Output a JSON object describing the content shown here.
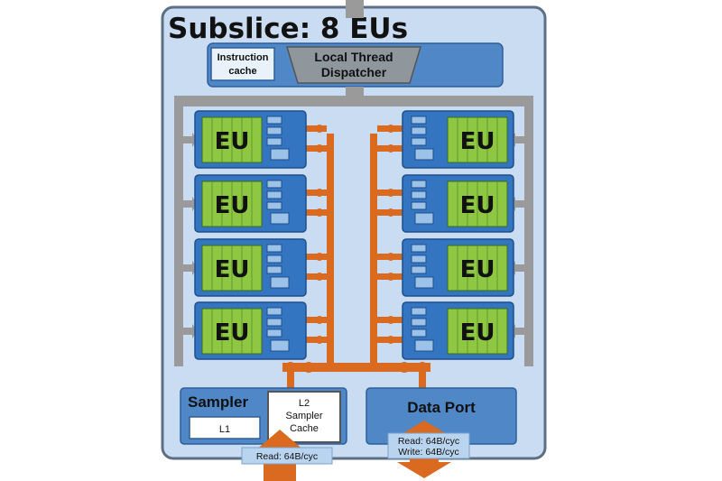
{
  "title": "Subslice: 8 EUs",
  "instruction_cache": {
    "line1": "Instruction",
    "line2": "cache"
  },
  "dispatcher": {
    "line1": "Local Thread",
    "line2": "Dispatcher"
  },
  "eu_label": "EU",
  "eu_count": 8,
  "sampler": {
    "title": "Sampler",
    "l1": "L1",
    "l2": {
      "line1": "L2",
      "line2": "Sampler",
      "line3": "Cache"
    },
    "bandwidth": "Read: 64B/cyc"
  },
  "data_port": {
    "title": "Data Port",
    "read": "Read: 64B/cyc",
    "write": "Write: 64B/cyc"
  },
  "colors": {
    "subslice_fill": "#c9dcf1",
    "subslice_stroke": "#5c6f86",
    "dispatcher_fill": "#4f87c7",
    "dispatcher_trap": "#8f969c",
    "eu_outer": "#3375c0",
    "eu_inner": "#8ec842",
    "reg_fill": "#9cc2e8",
    "orange_bus": "#d96a1f",
    "gray_bus": "#9a9a9a",
    "label_box": "#b9d4ee"
  }
}
